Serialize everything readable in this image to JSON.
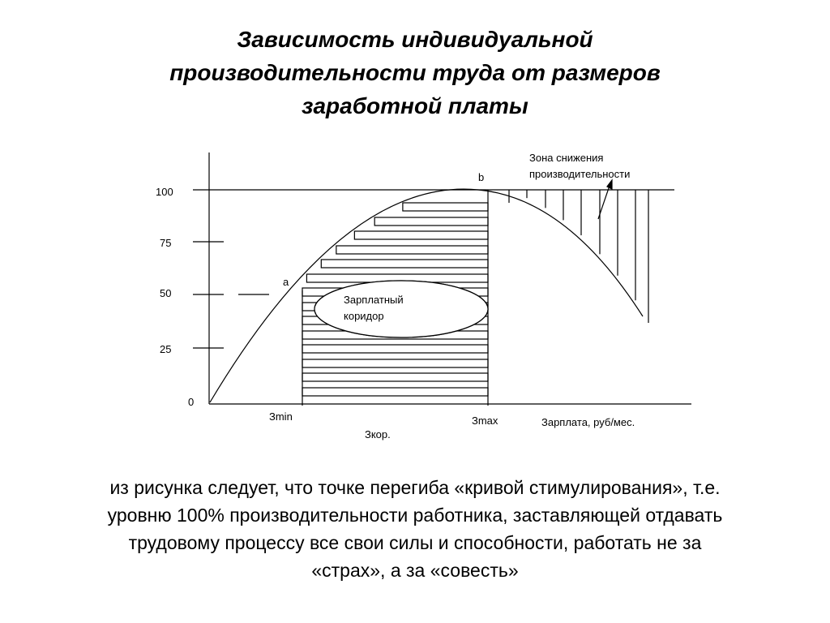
{
  "title": {
    "lines": [
      "Зависимость индивидуальной",
      "производительности труда от размеров",
      "заработной платы"
    ]
  },
  "diagram": {
    "y_ticks": [
      "100",
      "75",
      "50",
      "25",
      "0"
    ],
    "point_a": "a",
    "point_b": "b",
    "zone_label": [
      "Зона снижения",
      "производительности"
    ],
    "corridor_label": [
      "Зарплатный",
      "коридор"
    ],
    "x_min_label": "Зmin",
    "x_max_label": "Зmax",
    "x_cor_label": "Зкор.",
    "x_axis_label": "Зарплата, руб/мес."
  },
  "caption": {
    "lines": [
      "из рисунка следует, что точке перегиба «кривой стимулирования», т.е.",
      "уровню 100% производительности работника, заставляющей отдавать",
      "трудовому процессу все свои силы и способности, работать не за",
      "«страх», а за «совесть»"
    ]
  }
}
